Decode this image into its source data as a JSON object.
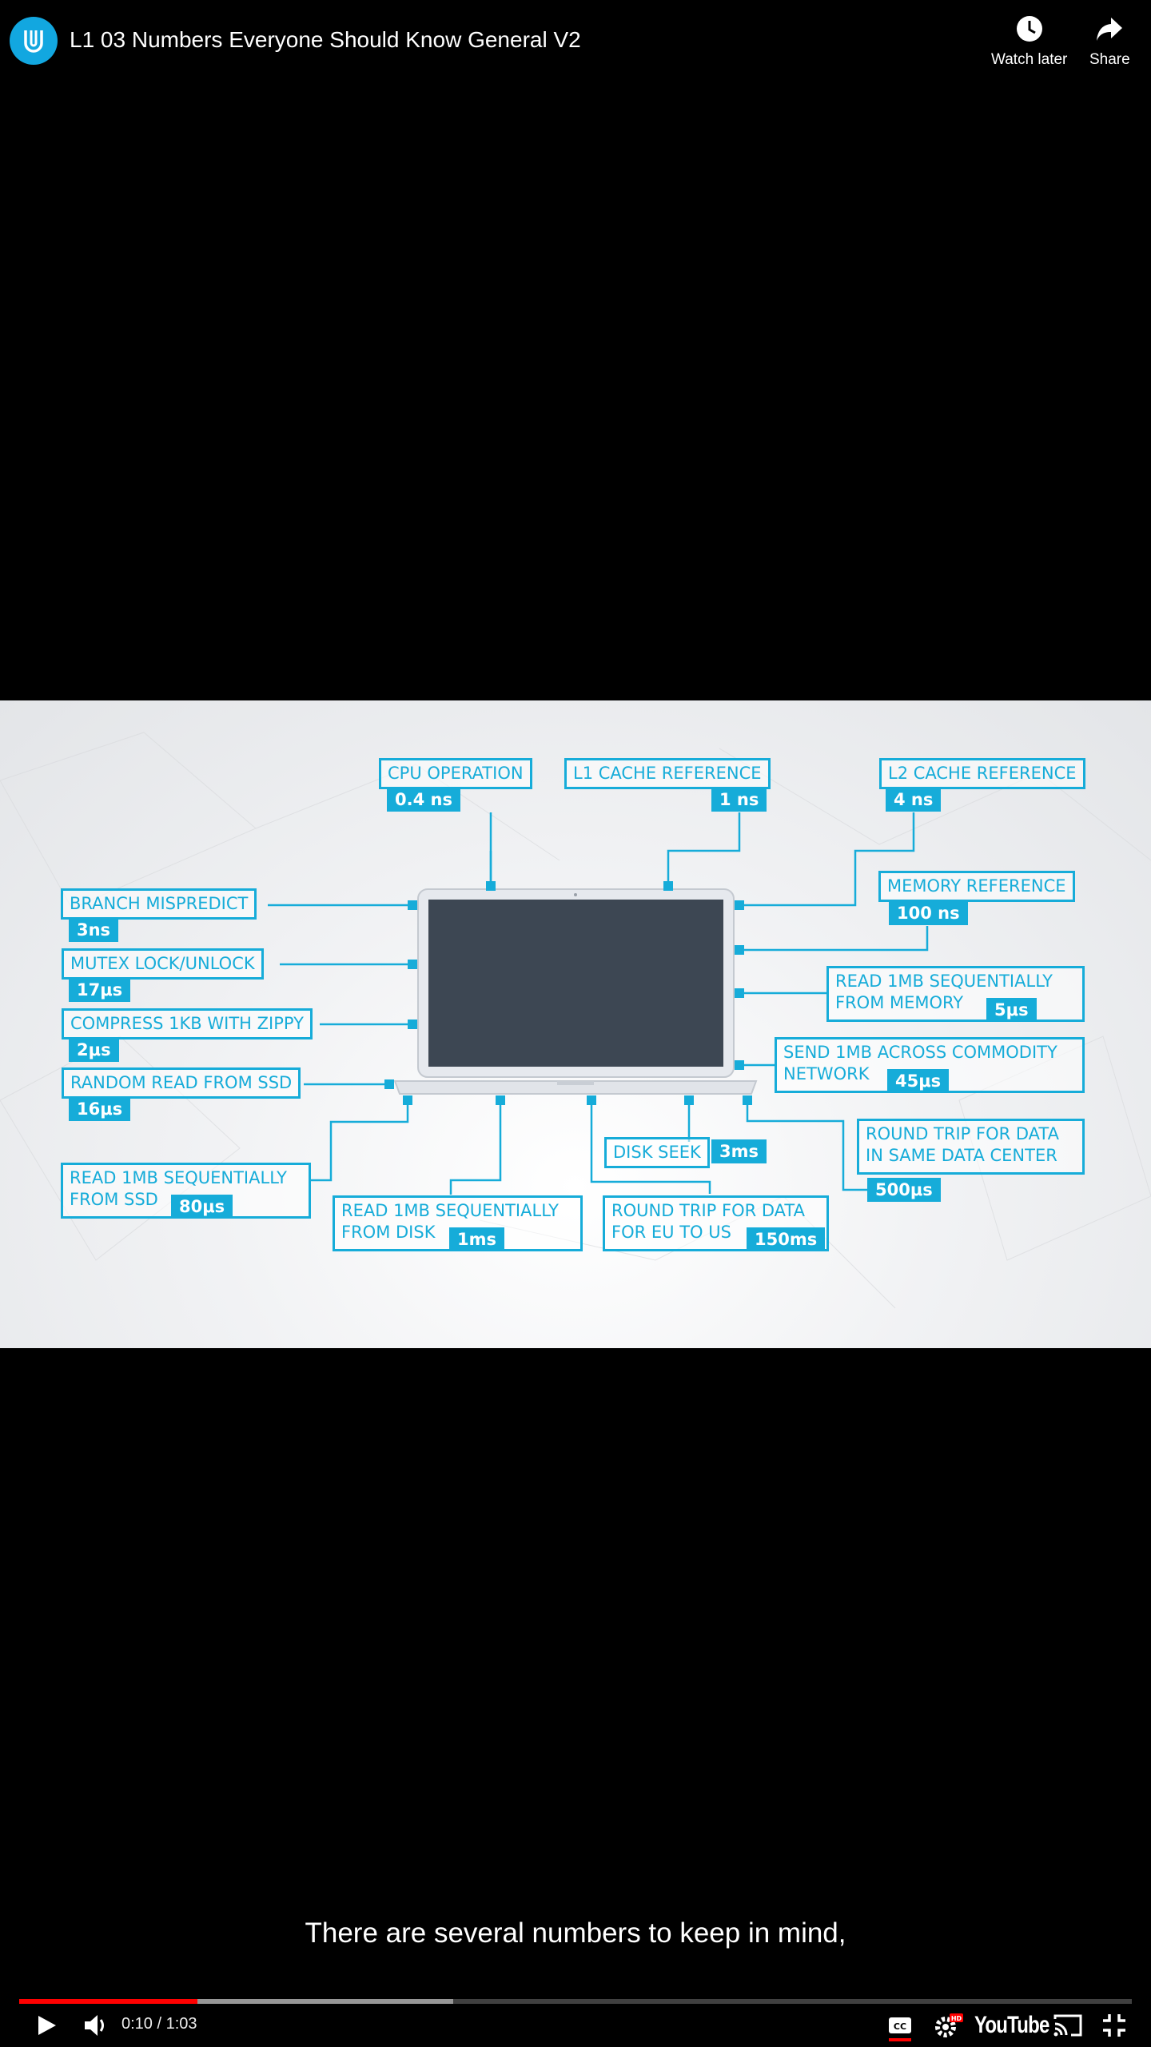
{
  "header": {
    "title": "L1 03 Numbers Everyone Should Know General V2",
    "watch_later_label": "Watch later",
    "share_label": "Share"
  },
  "diagram": {
    "cpu_operation": {
      "label": "CPU OPERATION",
      "value": "0.4 ns"
    },
    "l1_cache": {
      "label": "L1 CACHE REFERENCE",
      "value": "1 ns"
    },
    "l2_cache": {
      "label": "L2 CACHE REFERENCE",
      "value": "4 ns"
    },
    "memory_ref": {
      "label": "MEMORY REFERENCE",
      "value": "100 ns"
    },
    "branch_mispredict": {
      "label": "BRANCH MISPREDICT",
      "value": "3ns"
    },
    "mutex": {
      "label": "MUTEX LOCK/UNLOCK",
      "value": "17μs"
    },
    "compress": {
      "label": "COMPRESS 1KB WITH ZIPPY",
      "value": "2μs"
    },
    "random_ssd": {
      "label": "RANDOM READ FROM SSD",
      "value": "16μs"
    },
    "read_memory": {
      "line1": "READ 1MB SEQUENTIALLY",
      "line2": "FROM MEMORY",
      "value": "5μs"
    },
    "send_network": {
      "line1": "SEND 1MB ACROSS COMMODITY",
      "line2": "NETWORK",
      "value": "45μs"
    },
    "round_trip_dc": {
      "line1": "ROUND TRIP FOR DATA",
      "line2": "IN SAME DATA CENTER",
      "value": "500μs"
    },
    "read_ssd": {
      "line1": "READ 1MB SEQUENTIALLY",
      "line2": "FROM SSD",
      "value": "80μs"
    },
    "read_disk": {
      "line1": "READ 1MB SEQUENTIALLY",
      "line2": "FROM DISK",
      "value": "1ms"
    },
    "disk_seek": {
      "label": "DISK SEEK",
      "value": "3ms"
    },
    "round_trip_eu": {
      "line1": "ROUND TRIP FOR DATA",
      "line2": "FOR EU TO US",
      "value": "150ms"
    }
  },
  "caption": "There are several numbers to keep in mind,",
  "player": {
    "current_time": "0:10",
    "separator": " / ",
    "duration": "1:03",
    "played_fraction": 0.16,
    "buffered_fraction": 0.39,
    "brand": "YouTube",
    "hd_badge": "HD"
  },
  "colors": {
    "accent": "#16acd9",
    "progress": "#ff0000",
    "brand": "#12a7e0"
  }
}
